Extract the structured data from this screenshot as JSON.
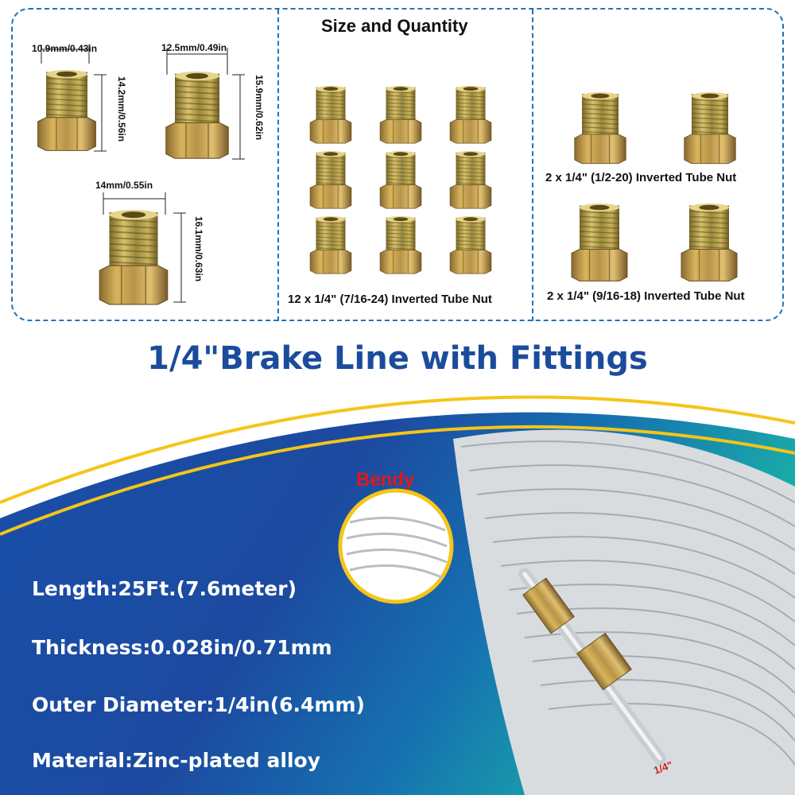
{
  "sizes": {
    "nut1_width": "10.9mm/0.43in",
    "nut1_height": "14.2mm/0.56in",
    "nut2_width": "12.5mm/0.49in",
    "nut2_height": "15.9mm/0.62in",
    "nut3_width": "14mm/0.55in",
    "nut3_height": "16.1mm/0.63in"
  },
  "quantity": {
    "heading": "Size and Quantity",
    "group1_label": "12 x 1/4\" (7/16-24) Inverted Tube Nut",
    "group2_label": "2 x 1/4\" (1/2-20) Inverted Tube Nut",
    "group3_label": "2 x 1/4\" (9/16-18) Inverted Tube Nut"
  },
  "title": "1/4\"Brake Line with Fittings",
  "bendy_label": "Bendy",
  "specs": {
    "length": "Length:25Ft.(7.6meter)",
    "thickness": "Thickness:0.028in/0.71mm",
    "outer_diameter": "Outer Diameter:1/4in(6.4mm)",
    "material": "Material:Zinc-plated alloy"
  },
  "tube_size_label": "1/4\"",
  "colors": {
    "border": "#1f74b8",
    "title": "#1b4c9c",
    "accent_yellow": "#f5c518",
    "bendy_red": "#e01818",
    "brass": "#b89a3a"
  }
}
